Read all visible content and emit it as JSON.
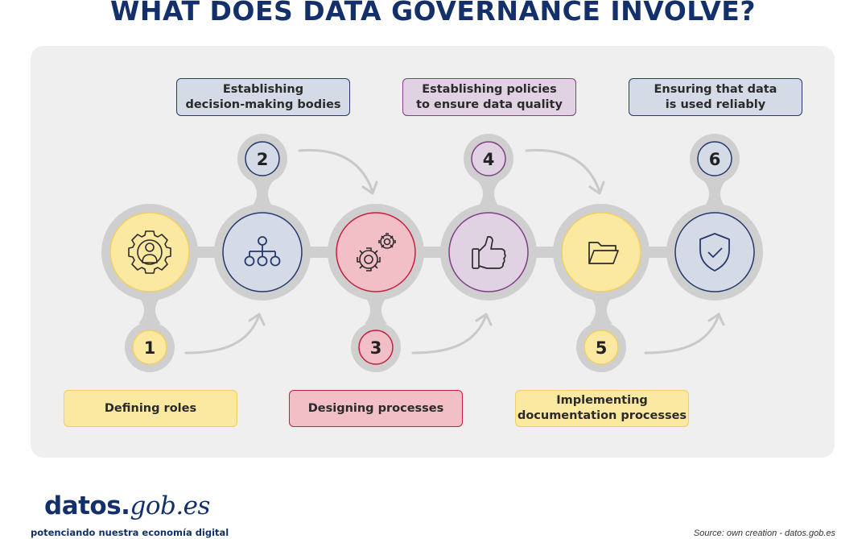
{
  "title": "WHAT DOES DATA GOVERNANCE INVOLVE?",
  "steps": [
    {
      "number": "1",
      "label": "Defining roles",
      "icon": "gear-person-icon",
      "color": "#fbe9a1",
      "stroke": "#f0cf63"
    },
    {
      "number": "2",
      "label": "Establishing\ndecision-making bodies",
      "icon": "org-chart-icon",
      "color": "#d5dbe6",
      "stroke": "#24396c"
    },
    {
      "number": "3",
      "label": "Designing processes",
      "icon": "gears-icon",
      "color": "#f2bfc7",
      "stroke": "#c4203d"
    },
    {
      "number": "4",
      "label": "Establishing policies\nto ensure data quality",
      "icon": "thumbs-up-icon",
      "color": "#e0d1e3",
      "stroke": "#7f3f86"
    },
    {
      "number": "5",
      "label": "Implementing\ndocumentation processes",
      "icon": "folder-icon",
      "color": "#fbe9a1",
      "stroke": "#f0cf63"
    },
    {
      "number": "6",
      "label": "Ensuring that data\nis used reliably",
      "icon": "shield-check-icon",
      "color": "#d5dbe6",
      "stroke": "#24396c"
    }
  ],
  "footer": {
    "logo_part1": "datos.",
    "logo_part2": "gob.es",
    "tagline": "potenciando nuestra economía digital",
    "source": "Source: own creation - datos.gob.es"
  }
}
